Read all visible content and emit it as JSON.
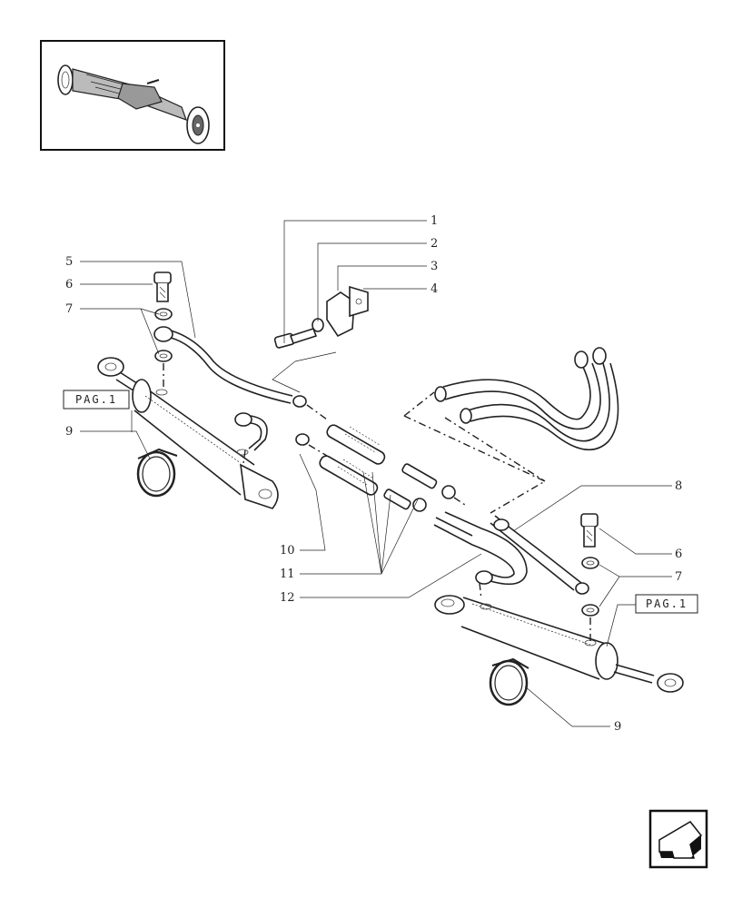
{
  "callouts": {
    "c1": "1",
    "c2": "2",
    "c3": "3",
    "c4": "4",
    "c5": "5",
    "c6_left": "6",
    "c7_left": "7",
    "c9_left": "9",
    "c8": "8",
    "c6_right": "6",
    "c7_right": "7",
    "c9_right": "9",
    "c10": "10",
    "c11": "11",
    "c12": "12"
  },
  "page_refs": {
    "left": "PAG.1",
    "right": "PAG.1"
  },
  "icons": {
    "thumbnail": "front-axle-thumbnail-icon",
    "nav": "back-arrow-icon"
  }
}
